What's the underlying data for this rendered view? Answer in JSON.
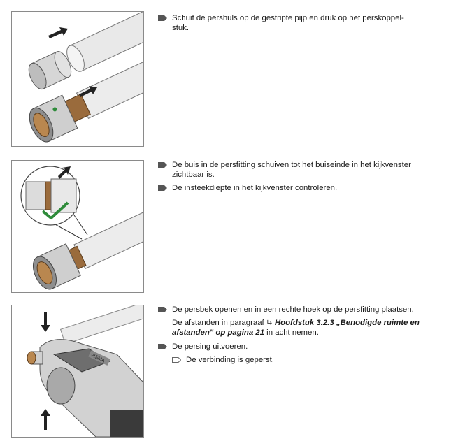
{
  "section1": {
    "steps": [
      {
        "text": "Schuif de pershuls op de gestripte pijp en druk op het perskoppel-\nstuk."
      }
    ]
  },
  "section2": {
    "steps": [
      {
        "text": "De buis in de persfitting schuiven tot het buiseinde in het kijkvenster\nzichtbaar is."
      },
      {
        "text": "De insteekdiepte in het kijkvenster controleren."
      }
    ]
  },
  "section3": {
    "steps": [
      {
        "text": "De persbek openen en in een rechte hoek op de persfitting plaatsen."
      },
      {
        "text": "De persing uitvoeren."
      }
    ],
    "note": {
      "prefix": "De afstanden in paragraaf ",
      "ref": "Hoofdstuk 3.2.3 „Benodigde ruimte en afstanden\" op pagina 21",
      "suffix": " in acht nemen."
    },
    "result": "De verbinding is geperst.",
    "tool_label": "VISMA"
  },
  "colors": {
    "bullet": "#555555",
    "result_outline": "#666666",
    "check_green": "#2e8b3a",
    "brass": "#9a6b3c",
    "steel": "#cfcfcf"
  },
  "icons": {
    "step_bullet": "filled-arrow-tag-icon",
    "result_bullet": "outline-arrow-tag-icon",
    "link_ref": "link-arrow-icon"
  }
}
